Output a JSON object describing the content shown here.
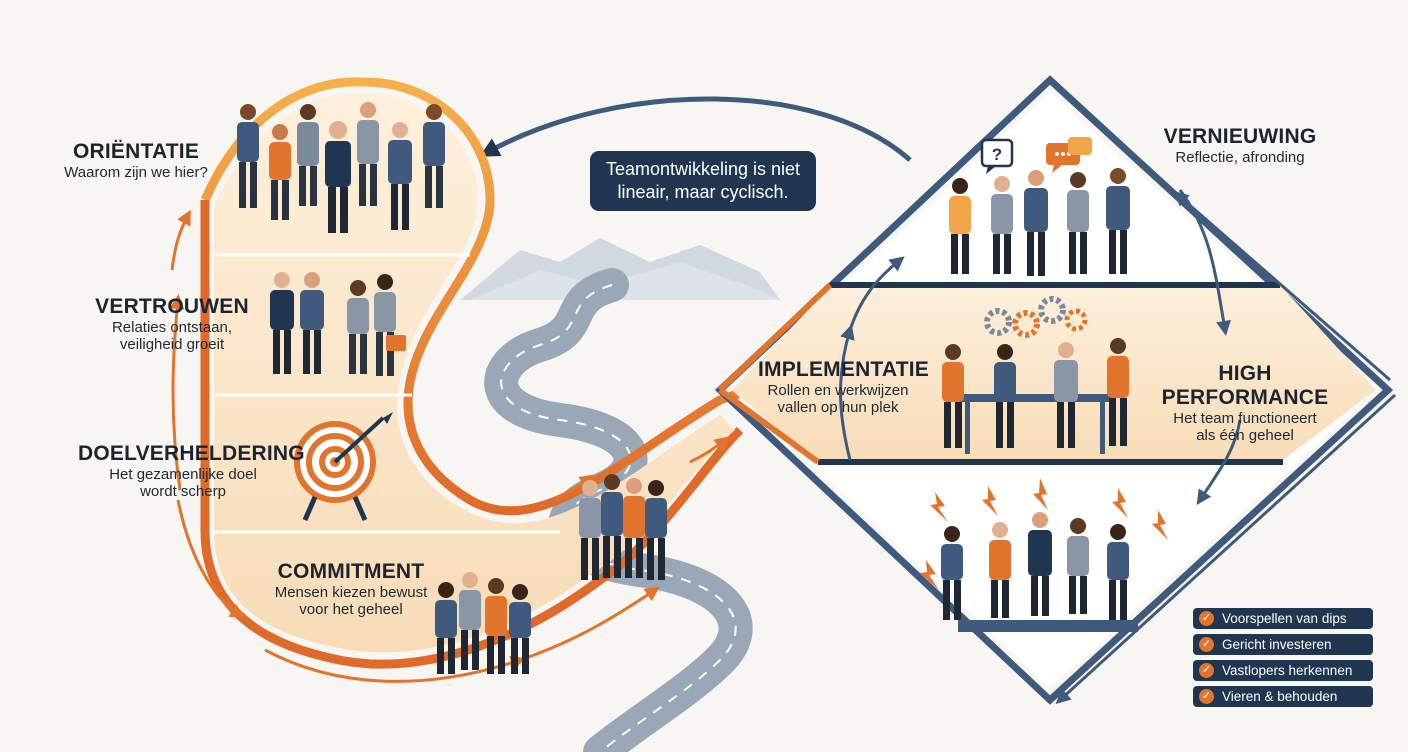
{
  "callout": {
    "line1": "Teamontwikkeling is niet",
    "line2": "lineair, maar cyclisch."
  },
  "phases": {
    "orientatie": {
      "title": "ORIËNTATIE",
      "sub1": "Waarom zijn we hier?"
    },
    "vertrouwen": {
      "title": "VERTROUWEN",
      "sub1": "Relaties ontstaan,",
      "sub2": "veiligheid groeit"
    },
    "doel": {
      "title": "DOELVERHELDERING",
      "sub1": "Het gezamenlijke doel",
      "sub2": "wordt scherp"
    },
    "commitment": {
      "title": "COMMITMENT",
      "sub1": "Mensen kiezen bewust",
      "sub2": "voor het geheel"
    },
    "implementatie": {
      "title": "IMPLEMENTATIE",
      "sub1": "Rollen en werkwijzen",
      "sub2": "vallen op hun plek"
    },
    "high_performance": {
      "title": "HIGH PERFORMANCE",
      "sub1": "Het team functioneert",
      "sub2": "als één geheel"
    },
    "vernieuwing": {
      "title": "VERNIEUWING",
      "sub1": "Reflectie, afronding"
    }
  },
  "checklist": [
    "Voorspellen van dips",
    "Gericht investeren",
    "Vastlopers herkennen",
    "Vieren & behouden"
  ],
  "icons": {
    "check": "check-icon",
    "target": "target-icon",
    "question_bubble": "question-bubble-icon",
    "chat_bubble": "chat-bubble-icon",
    "gears": "gears-icon",
    "lightning": "lightning-icon"
  },
  "bubble_text": {
    "question": "?",
    "chat": "···"
  },
  "colors": {
    "orange": "#e2752d",
    "orange_light": "#f2a64a",
    "navy": "#1f3550",
    "steel": "#3f5a7c",
    "panel": "#fbe7cc",
    "road": "#9aa7b6"
  }
}
